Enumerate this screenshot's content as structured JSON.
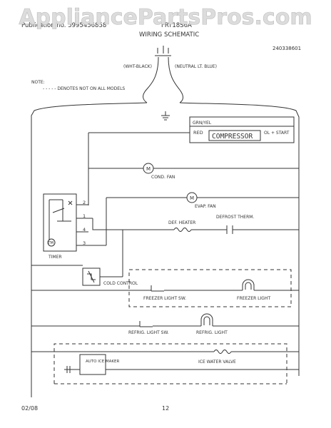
{
  "watermark": "AppliancePartsPros.com",
  "header": {
    "publication": "Publication no. 5995456858",
    "model": "FRT18S6A",
    "title": "WIRING SCHEMATIC",
    "part_code": "240338601"
  },
  "power_cord": {
    "hot_label": "(WHT-BLACK)",
    "neutral_label": "(NEUTRAL LT. BLUE)"
  },
  "note": {
    "label": "NOTE:",
    "text": "- - - - - DENOTES NOT ON ALL MODELS"
  },
  "components": {
    "ground_label": "GRN/YEL",
    "compressor_wire": "RED",
    "compressor": "COMPRESSOR",
    "overload": "OL + START",
    "cond_fan_letter": "M",
    "cond_fan": "COND. FAN",
    "evap_fan_letter": "M",
    "evap_fan": "EVAP. FAN",
    "timer_terminals": [
      "2",
      "1",
      "4",
      "3"
    ],
    "timer_motor": "TM",
    "timer": "TIMER",
    "defrost_heater": "DEF. HEATER",
    "defrost_thermostat": "DEFROST THERM.",
    "cold_control": "COLD CONTROL",
    "freezer_light_switch": "FREEZER LIGHT SW.",
    "freezer_light": "FREEZER LIGHT",
    "refrigerator_light_switch": "REFRIG. LIGHT SW.",
    "refrigerator_light": "REFRIG. LIGHT",
    "ice_maker": "AUTO ICE MAKER",
    "water_valve": "ICE WATER VALVE"
  },
  "footer": {
    "date": "02/08",
    "page": "12"
  }
}
